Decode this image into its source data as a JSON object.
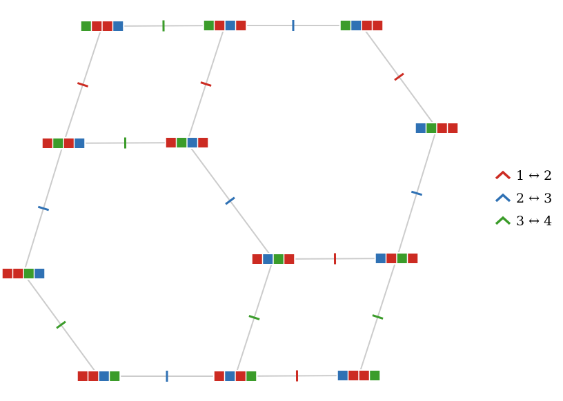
{
  "colors": {
    "red": "#cc2b22",
    "blue": "#2f71b4",
    "green": "#3b9c2a",
    "edge": "#cccccc"
  },
  "legend": [
    {
      "label": "1 ↔ 2",
      "color": "red"
    },
    {
      "label": "2 ↔ 3",
      "color": "blue"
    },
    {
      "label": "3 ↔ 4",
      "color": "green"
    }
  ],
  "nodes": [
    {
      "id": "n0",
      "squares": [
        "green",
        "red",
        "red",
        "blue"
      ]
    },
    {
      "id": "n1",
      "squares": [
        "green",
        "red",
        "blue",
        "red"
      ]
    },
    {
      "id": "n2",
      "squares": [
        "green",
        "blue",
        "red",
        "red"
      ]
    },
    {
      "id": "n3",
      "squares": [
        "red",
        "green",
        "red",
        "blue"
      ]
    },
    {
      "id": "n4",
      "squares": [
        "red",
        "green",
        "blue",
        "red"
      ]
    },
    {
      "id": "n5",
      "squares": [
        "blue",
        "green",
        "red",
        "red"
      ]
    },
    {
      "id": "n6",
      "squares": [
        "red",
        "red",
        "green",
        "blue"
      ]
    },
    {
      "id": "n7",
      "squares": [
        "red",
        "blue",
        "green",
        "red"
      ]
    },
    {
      "id": "n8",
      "squares": [
        "blue",
        "red",
        "green",
        "red"
      ]
    },
    {
      "id": "n9",
      "squares": [
        "red",
        "red",
        "blue",
        "green"
      ]
    },
    {
      "id": "n10",
      "squares": [
        "red",
        "blue",
        "red",
        "green"
      ]
    },
    {
      "id": "n11",
      "squares": [
        "blue",
        "red",
        "red",
        "green"
      ]
    }
  ],
  "edges": [
    {
      "from": "n0",
      "to": "n1",
      "swap": "green"
    },
    {
      "from": "n1",
      "to": "n2",
      "swap": "blue"
    },
    {
      "from": "n0",
      "to": "n3",
      "swap": "red"
    },
    {
      "from": "n1",
      "to": "n4",
      "swap": "red"
    },
    {
      "from": "n2",
      "to": "n5",
      "swap": "red"
    },
    {
      "from": "n3",
      "to": "n4",
      "swap": "green"
    },
    {
      "from": "n3",
      "to": "n6",
      "swap": "blue"
    },
    {
      "from": "n4",
      "to": "n7",
      "swap": "blue"
    },
    {
      "from": "n5",
      "to": "n8",
      "swap": "blue"
    },
    {
      "from": "n7",
      "to": "n8",
      "swap": "red"
    },
    {
      "from": "n6",
      "to": "n9",
      "swap": "green"
    },
    {
      "from": "n7",
      "to": "n10",
      "swap": "green"
    },
    {
      "from": "n8",
      "to": "n11",
      "swap": "green"
    },
    {
      "from": "n9",
      "to": "n10",
      "swap": "blue"
    },
    {
      "from": "n10",
      "to": "n11",
      "swap": "red"
    }
  ]
}
